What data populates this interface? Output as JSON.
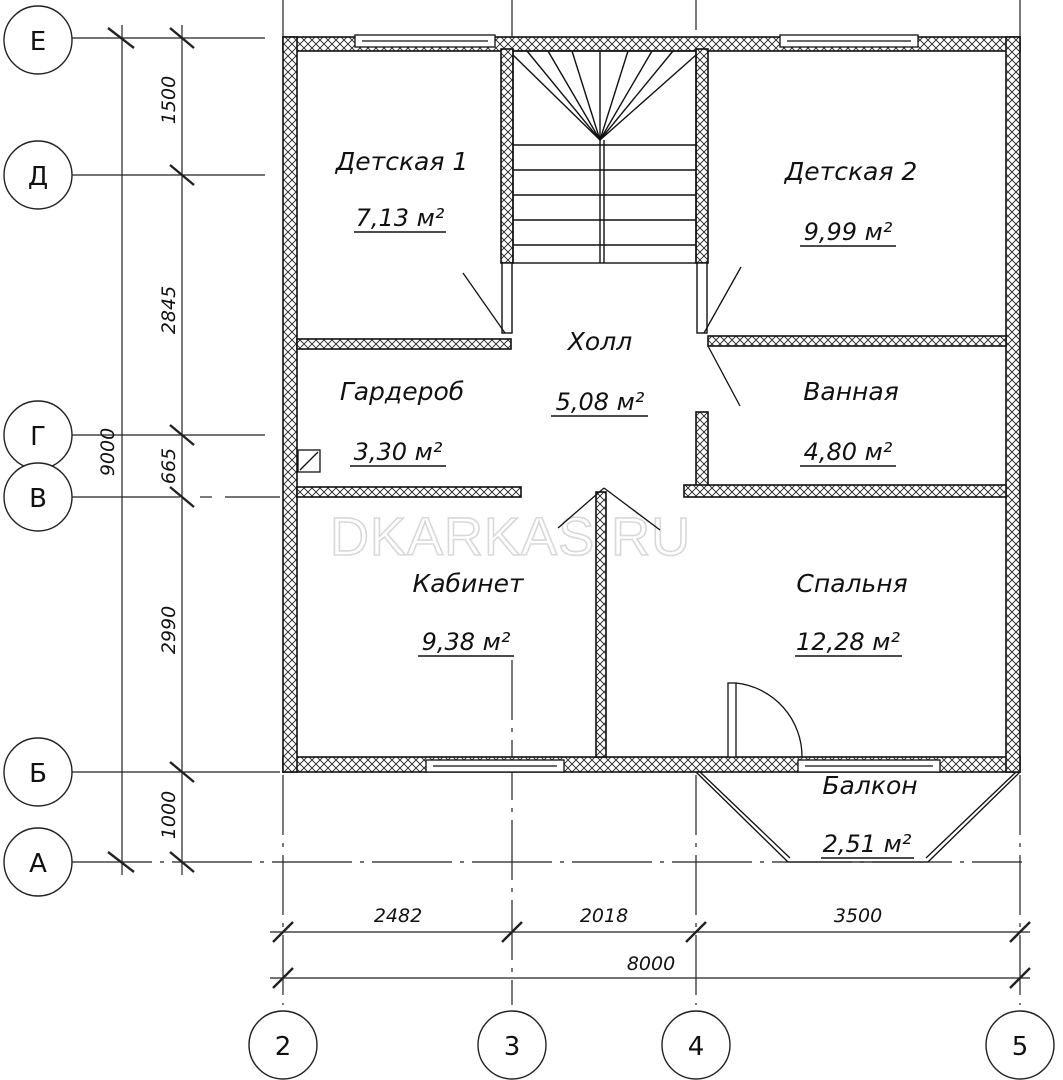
{
  "watermark": "DKARKAS.RU",
  "rooms": [
    {
      "name": "Детская 1",
      "area": "7,13 м²"
    },
    {
      "name": "Детская 2",
      "area": "9,99 м²"
    },
    {
      "name": "Холл",
      "area": "5,08 м²"
    },
    {
      "name": "Гардероб",
      "area": "3,30 м²"
    },
    {
      "name": "Ванная",
      "area": "4,80 м²"
    },
    {
      "name": "Кабинет",
      "area": "9,38 м²"
    },
    {
      "name": "Спальня",
      "area": "12,28 м²"
    },
    {
      "name": "Балкон",
      "area": "2,51 м²"
    }
  ],
  "axes_rows": [
    "Е",
    "Д",
    "Г",
    "В",
    "Б",
    "А"
  ],
  "axes_cols": [
    "2",
    "3",
    "4",
    "5"
  ],
  "dims_vertical": [
    "1500",
    "2845",
    "665",
    "2990",
    "1000"
  ],
  "dim_vertical_total": "9000",
  "dims_horizontal": [
    "2482",
    "2018",
    "3500"
  ],
  "dim_horizontal_total": "8000"
}
